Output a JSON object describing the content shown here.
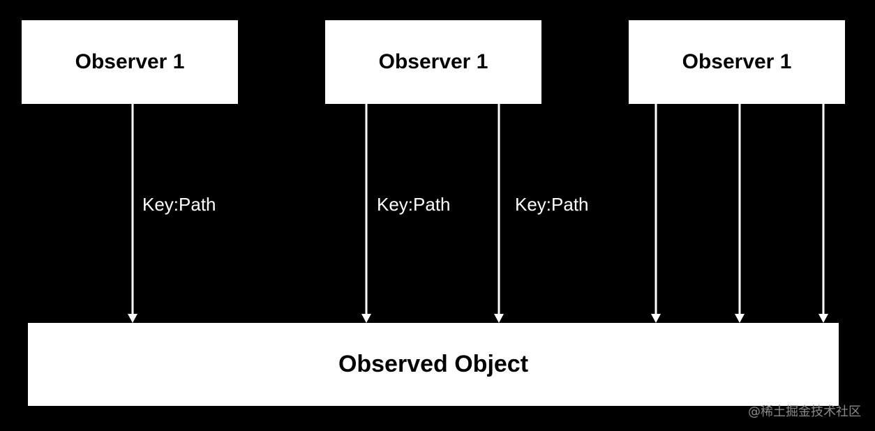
{
  "observers": [
    {
      "label": "Observer 1"
    },
    {
      "label": "Observer 1"
    },
    {
      "label": "Observer 1"
    }
  ],
  "observed": {
    "label": "Observed Object"
  },
  "edge_labels": [
    "Key:Path",
    "Key:Path",
    "Key:Path"
  ],
  "watermark": "@稀土掘金技术社区",
  "colors": {
    "background": "#000000",
    "box_fill": "#ffffff",
    "arrow": "#ffffff",
    "watermark": "#8a8a8a"
  }
}
